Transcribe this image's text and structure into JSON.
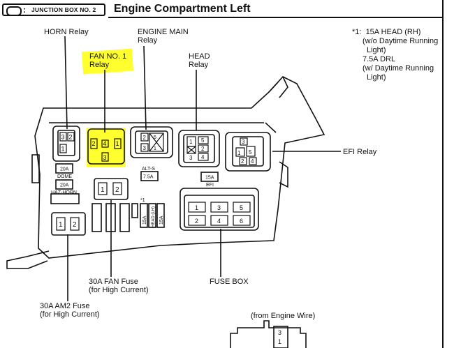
{
  "header": {
    "section_label": "JUNCTION BOX NO. 2",
    "title": "Engine Compartment Left"
  },
  "labels": {
    "horn_relay": "HORN Relay",
    "fan_relay_line1": "FAN NO. 1",
    "fan_relay_line2": "Relay",
    "engine_main_line1": "ENGINE MAIN",
    "engine_main_line2": "Relay",
    "head_relay_line1": "HEAD",
    "head_relay_line2": "Relay",
    "efi_relay": "EFI Relay",
    "fan_fuse_line1": "30A FAN Fuse",
    "fan_fuse_line2": "(for High Current)",
    "am2_fuse_line1": "30A AM2 Fuse",
    "am2_fuse_line2": "(for High Current)",
    "fuse_box": "FUSE BOX",
    "engine_wire": "(from Engine Wire)"
  },
  "footnote": {
    "line1": "*1:  15A HEAD (RH)",
    "line2": "(w/o Daytime Running",
    "line3": "Light)",
    "line4": "7.5A DRL",
    "line5": "(w/ Daytime Running",
    "line6": "Light)"
  },
  "fuses": {
    "dome_amp": "20A",
    "dome_name": "DOME",
    "haz_amp": "20A",
    "haz_name": "HAZ-HORN",
    "alts_name": "ALT-S",
    "alts_amp": "7.5A",
    "efi_amp": "15A",
    "efi_name": "EFI",
    "v1_amp": "15A",
    "v2_name": "HEAD (LH)",
    "v3_amp": "15A",
    "mark": "*1"
  },
  "pins": {
    "horn": [
      "3",
      "2",
      "1"
    ],
    "fan": [
      "2",
      "4",
      "1",
      "3"
    ],
    "main": [
      "5",
      "2",
      "3",
      "1"
    ],
    "head": [
      "1",
      "3",
      "5",
      "2",
      "4"
    ],
    "efi": [
      "3",
      "1",
      "5",
      "2",
      "4"
    ],
    "fan_fuse": [
      "1",
      "2"
    ],
    "am2_fuse": [
      "1",
      "2"
    ],
    "fuse_box": [
      "1",
      "3",
      "5",
      "2",
      "4",
      "6"
    ],
    "connector": [
      "3",
      "1"
    ]
  },
  "colors": {
    "highlight": "#ffff1a",
    "ink": "#111111"
  }
}
